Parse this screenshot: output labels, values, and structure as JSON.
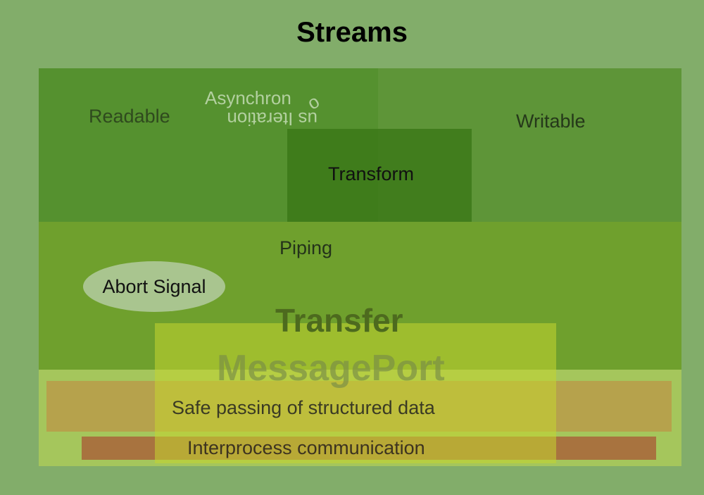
{
  "title": "Streams",
  "regions": {
    "readable": "Readable",
    "writable": "Writable",
    "transform": "Transform",
    "piping": "Piping",
    "abort_signal": "Abort Signal",
    "transfer": "Transfer",
    "messageport": "MessagePort",
    "structured_data": "Safe passing of structured data",
    "interprocess": "Interprocess communication"
  },
  "async_label": {
    "line1": "Asynchron",
    "curl": "o",
    "line2": "us Iteration"
  },
  "colors": {
    "outer": "#82ad6a",
    "readable": "#55912f",
    "writable": "#5e9538",
    "transform": "#3a7616",
    "piping": "#6fa02d",
    "messageport": "#c4d630",
    "structured_data": "#b6a24c",
    "interprocess": "#a8733f",
    "abort_signal": "#a9c58f"
  }
}
